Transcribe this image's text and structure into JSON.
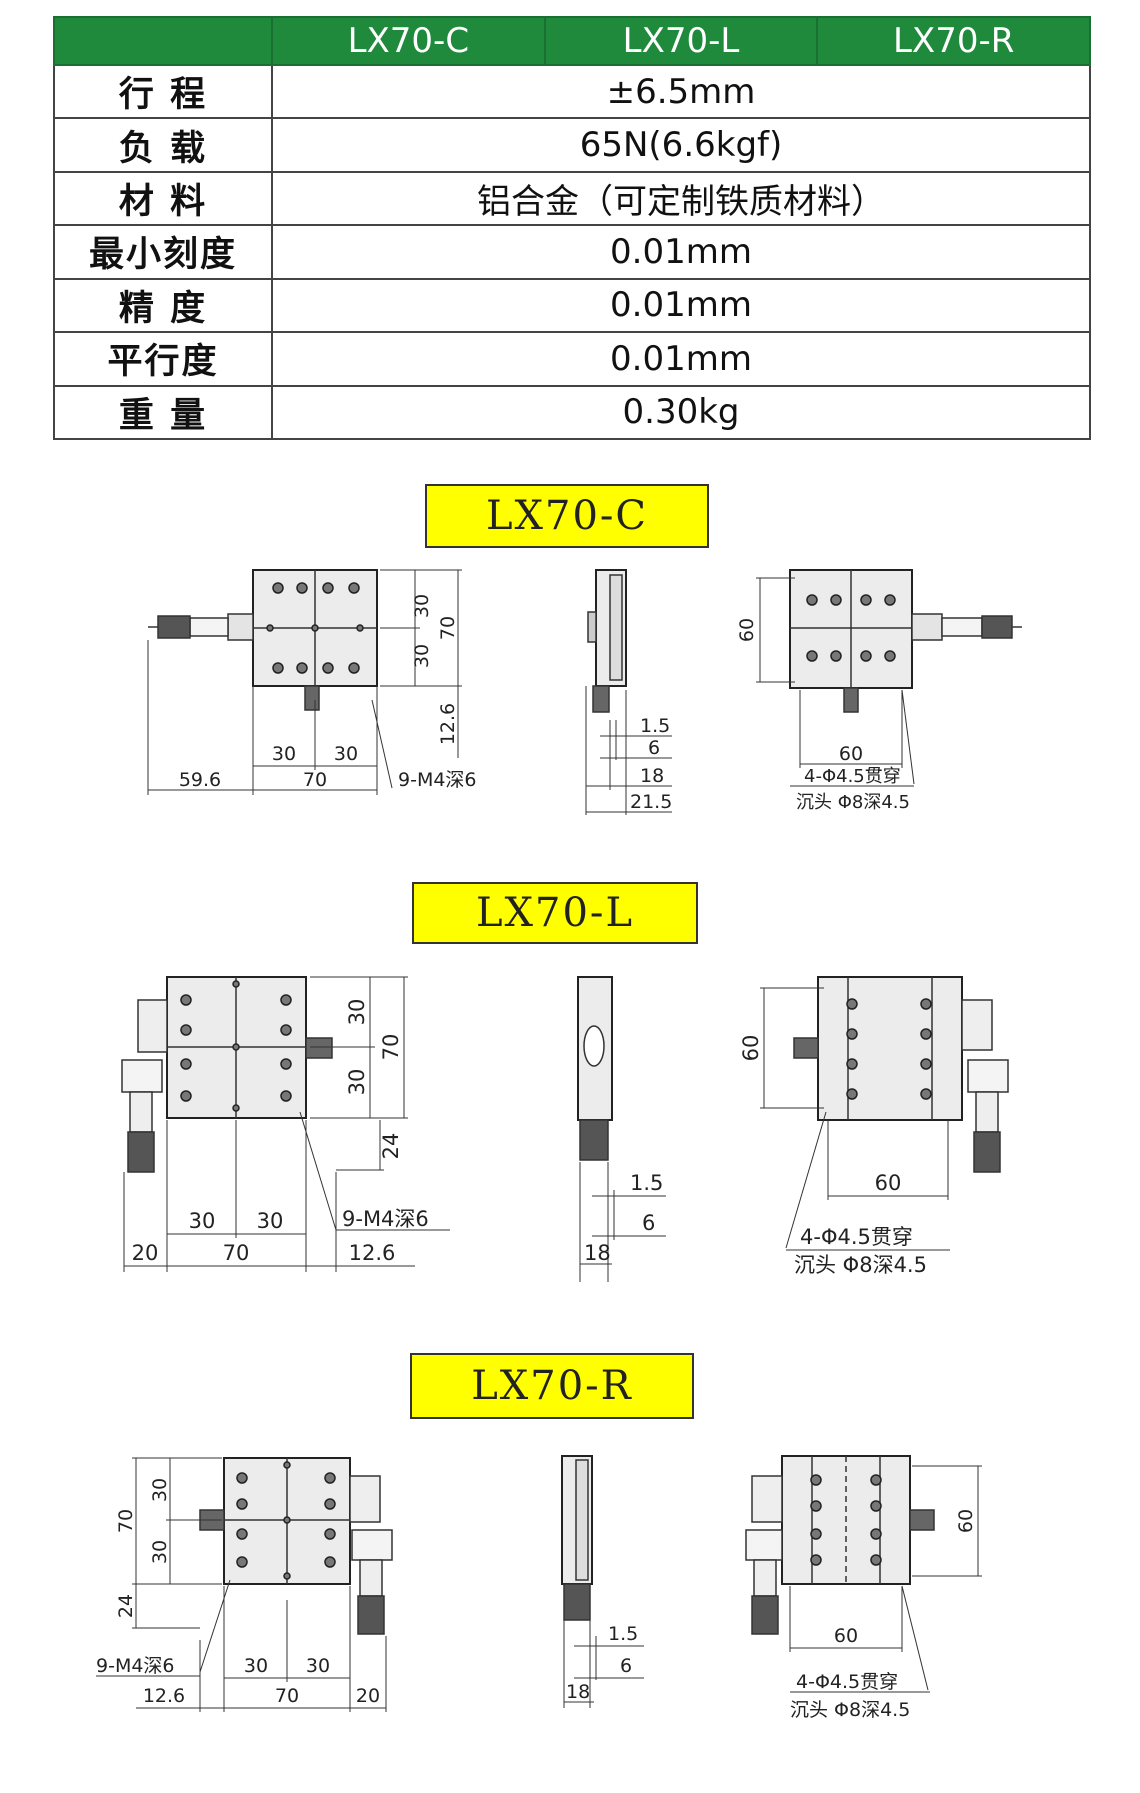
{
  "spec_table": {
    "headers": [
      "",
      "LX70-C",
      "LX70-L",
      "LX70-R"
    ],
    "rows": [
      {
        "label": "行 程",
        "value": "±6.5mm"
      },
      {
        "label": "负 载",
        "value": "65N(6.6kgf)"
      },
      {
        "label": "材 料",
        "value": "铝合金（可定制铁质材料）"
      },
      {
        "label": "最小刻度",
        "value": "0.01mm"
      },
      {
        "label": "精 度",
        "value": "0.01mm"
      },
      {
        "label": "平行度",
        "value": "0.01mm"
      },
      {
        "label": "重 量",
        "value": "0.30kg"
      }
    ]
  },
  "models": {
    "c": {
      "title": "LX70-C",
      "dims": {
        "d30a": "30",
        "d30b": "30",
        "d70": "70",
        "d12_6": "12.6",
        "d30c": "30",
        "d30d": "30",
        "d59_6": "59.6",
        "d70b": "70",
        "holes": "9-M4深6",
        "s1_5": "1.5",
        "s6": "6",
        "s18": "18",
        "s21_5": "21.5",
        "r60": "60",
        "r60b": "60",
        "mount1": "4-Φ4.5贯穿",
        "mount2": "沉头 Φ8深4.5"
      }
    },
    "l": {
      "title": "LX70-L",
      "dims": {
        "d30a": "30",
        "d30b": "30",
        "d70": "70",
        "d24": "24",
        "d30c": "30",
        "d30d": "30",
        "d20": "20",
        "d70b": "70",
        "d12_6": "12.6",
        "holes": "9-M4深6",
        "s1_5": "1.5",
        "s6": "6",
        "s18": "18",
        "r60": "60",
        "r60b": "60",
        "mount1": "4-Φ4.5贯穿",
        "mount2": "沉头 Φ8深4.5"
      }
    },
    "r": {
      "title": "LX70-R",
      "dims": {
        "d70": "70",
        "d30a": "30",
        "d30b": "30",
        "d24": "24",
        "holes": "9-M4深6",
        "d30c": "30",
        "d30d": "30",
        "d12_6": "12.6",
        "d70b": "70",
        "d20": "20",
        "s1_5": "1.5",
        "s6": "6",
        "s18": "18",
        "r60": "60",
        "r60b": "60",
        "mount1": "4-Φ4.5贯穿",
        "mount2": "沉头 Φ8深4.5"
      }
    }
  }
}
